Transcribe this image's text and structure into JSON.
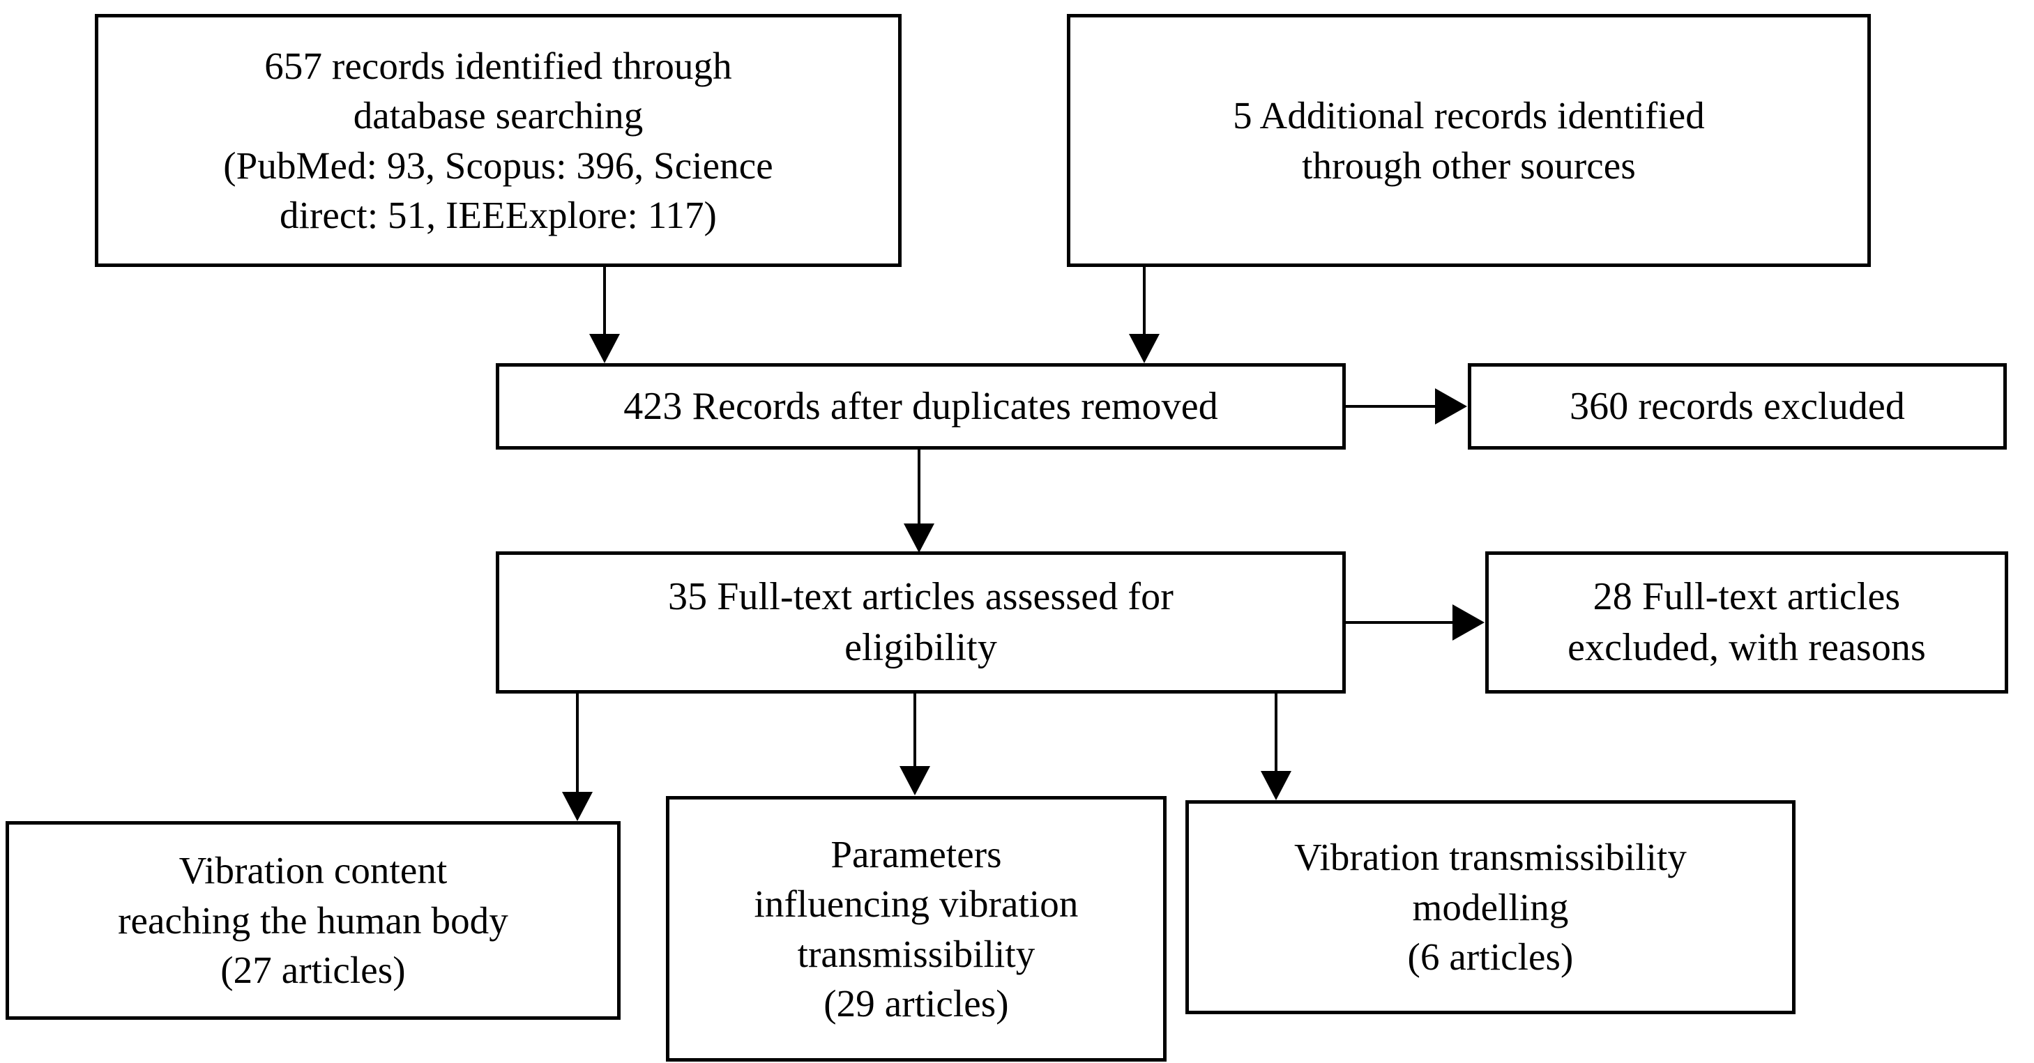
{
  "diagram": {
    "type": "prisma-flow-diagram",
    "title": "",
    "background_color": "#ffffff",
    "line_color": "#000000",
    "nodes": [
      {
        "id": "identified-db",
        "stage": "identification",
        "text": "657 records identified through\ndatabase searching\n(PubMed: 93, Scopus: 396, Science\ndirect: 51, IEEExplore: 117)",
        "count": 657,
        "sources": [
          {
            "name": "PubMed",
            "count": 93
          },
          {
            "name": "Scopus",
            "count": 396
          },
          {
            "name": "Science direct",
            "count": 51
          },
          {
            "name": "IEEExplore",
            "count": 117
          }
        ]
      },
      {
        "id": "identified-other",
        "stage": "identification",
        "text": "5 Additional records identified\nthrough other sources",
        "count": 5
      },
      {
        "id": "dedup",
        "stage": "screening",
        "text": "423 Records after duplicates removed",
        "count": 423
      },
      {
        "id": "records-excluded",
        "stage": "screening",
        "text": "360 records excluded",
        "count": 360
      },
      {
        "id": "fulltext",
        "stage": "eligibility",
        "text": "35 Full-text articles assessed for\neligibility",
        "count": 35
      },
      {
        "id": "fulltext-excluded",
        "stage": "eligibility",
        "text": "28 Full-text articles\nexcluded, with reasons",
        "count": 28
      },
      {
        "id": "outcome-1",
        "stage": "included",
        "text": "Vibration content\nreaching the human body\n(27 articles)",
        "count": 27
      },
      {
        "id": "outcome-2",
        "stage": "included",
        "text": "Parameters\ninfluencing vibration\ntransmissibility\n(29 articles)",
        "count": 29
      },
      {
        "id": "outcome-3",
        "stage": "included",
        "text": "Vibration transmissibility\nmodelling\n(6 articles)",
        "count": 6
      }
    ],
    "edges": [
      {
        "from": "identified-db",
        "to": "dedup",
        "direction": "down"
      },
      {
        "from": "identified-other",
        "to": "dedup",
        "direction": "down"
      },
      {
        "from": "dedup",
        "to": "records-excluded",
        "direction": "right"
      },
      {
        "from": "dedup",
        "to": "fulltext",
        "direction": "down"
      },
      {
        "from": "fulltext",
        "to": "fulltext-excluded",
        "direction": "right"
      },
      {
        "from": "fulltext",
        "to": "outcome-1",
        "direction": "down"
      },
      {
        "from": "fulltext",
        "to": "outcome-2",
        "direction": "down"
      },
      {
        "from": "fulltext",
        "to": "outcome-3",
        "direction": "down"
      }
    ]
  }
}
